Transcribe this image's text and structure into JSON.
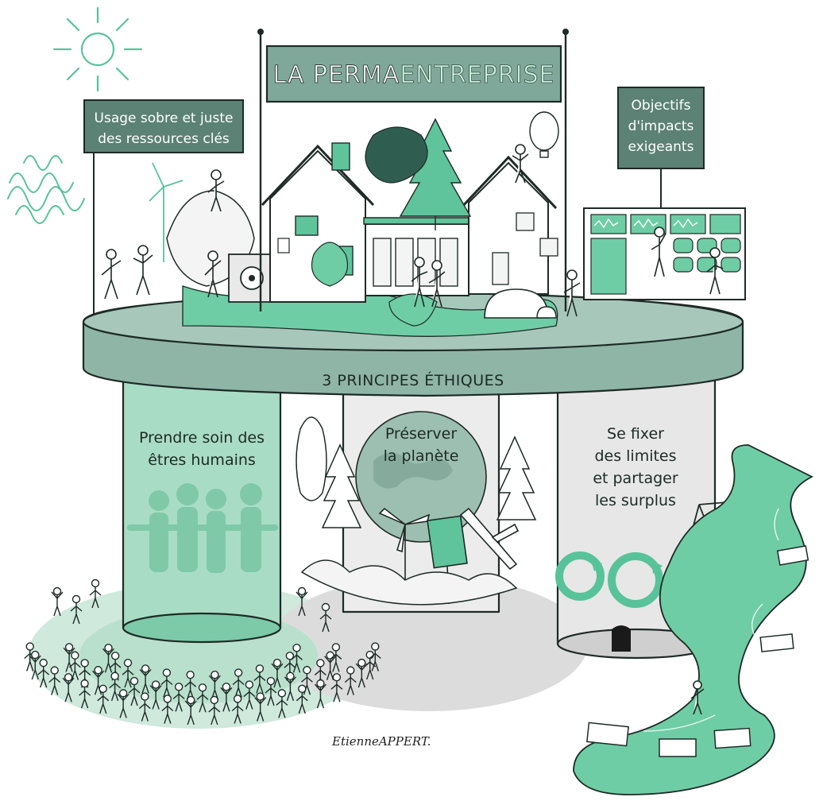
{
  "title": {
    "prefix": "LA PERMA",
    "highlight": "ENTREPRISE"
  },
  "signs": {
    "left": [
      "Usage sobre et juste",
      "des ressources clés"
    ],
    "right": [
      "Objectifs",
      "d'impacts",
      "exigeants"
    ]
  },
  "band": "3 PRINCIPES ÉTHIQUES",
  "pillars": {
    "left": [
      "Prendre soin des",
      "êtres humains"
    ],
    "center": [
      "Préserver",
      "la planète"
    ],
    "right": [
      "Se fixer",
      "des limites",
      "et partager",
      "les surplus"
    ]
  },
  "signature": "EtienneAPPERT.",
  "colors": {
    "mint": "#58c39a",
    "mint_light": "#bfe6d4",
    "teal": "#7fa89a",
    "teal_dark": "#5f8a7c",
    "sign_dark": "#5b8274",
    "sand": "#f3efe7"
  },
  "icons": [
    "sun-icon",
    "recycle-icon",
    "balance-scale-icon",
    "euro-icon",
    "wind-turbine-icon",
    "solar-panel-icon",
    "house-icon",
    "igloo-icon",
    "tree-icon"
  ]
}
